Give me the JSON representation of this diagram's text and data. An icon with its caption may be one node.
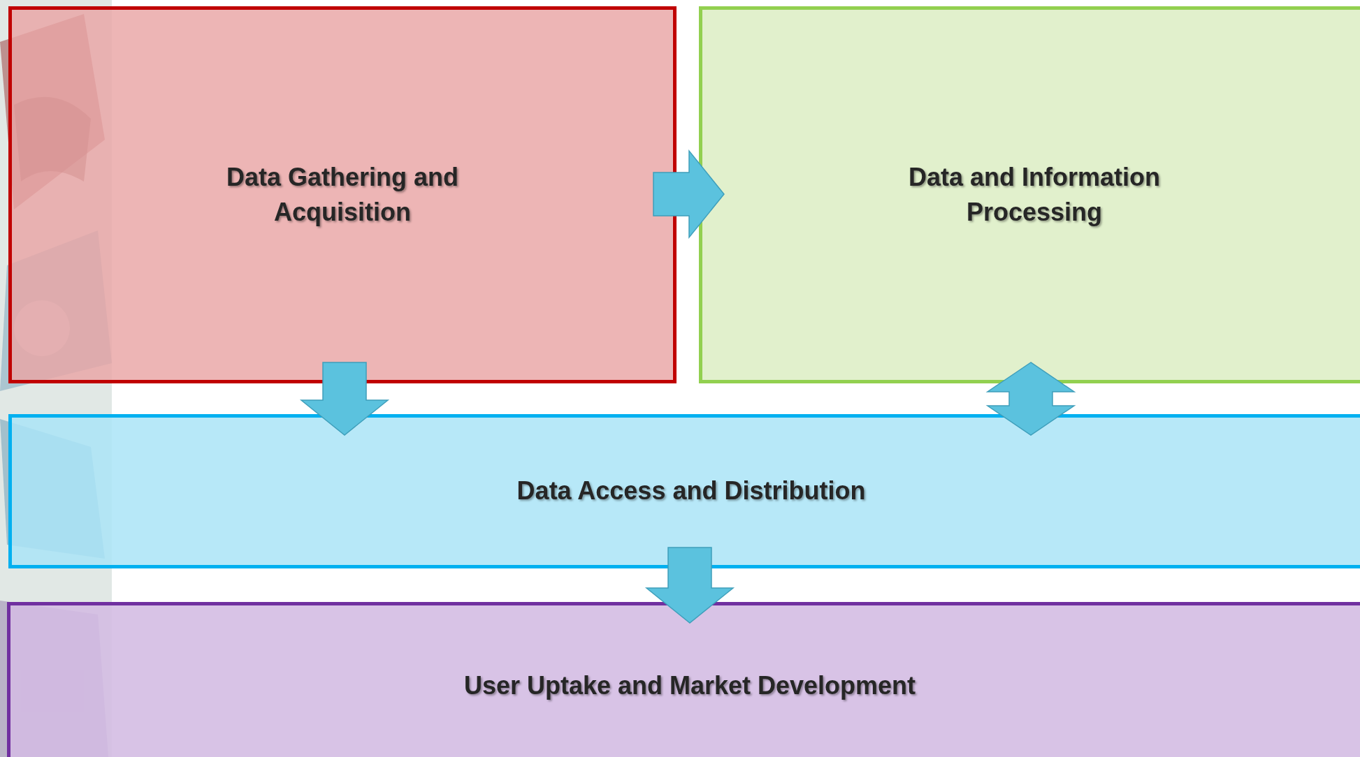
{
  "diagram": {
    "nodes": [
      {
        "text": [
          "Data Gathering and Acquisition"
        ]
      },
      {
        "text": [
          "Data and Information Processing"
        ]
      },
      {
        "text": [
          "Data Access and Distribution"
        ]
      },
      {
        "text": [
          "User Uptake and Market Development"
        ]
      }
    ],
    "edges": [
      {
        "from": 0,
        "to": 1,
        "arrow": "to"
      },
      {
        "from": 0,
        "to": 2,
        "arrow": "to"
      },
      {
        "from": 1,
        "to": 2,
        "arrow": "both"
      },
      {
        "from": 2,
        "to": 3,
        "arrow": "to"
      }
    ]
  }
}
